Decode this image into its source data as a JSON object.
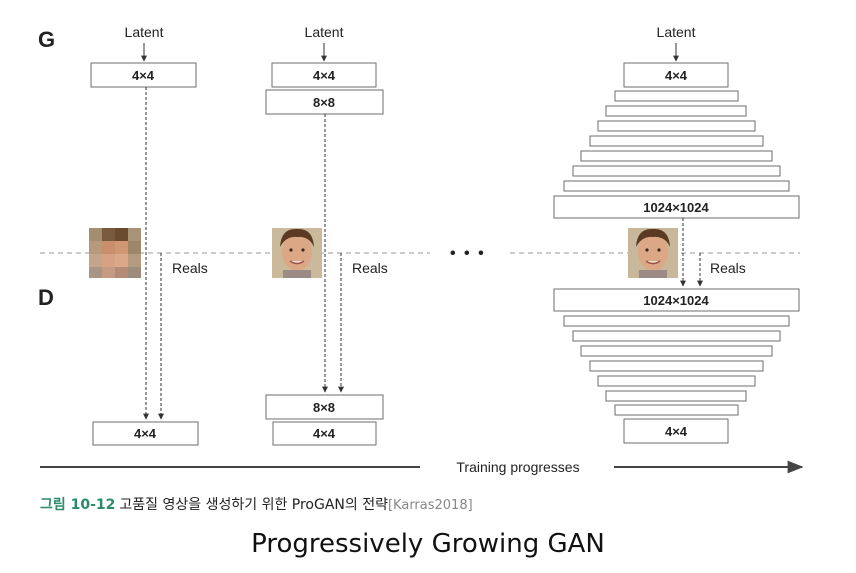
{
  "labels": {
    "generator": "G",
    "discriminator": "D",
    "latent": "Latent",
    "reals": "Reals",
    "ellipsis": "• • •",
    "training": "Training progresses"
  },
  "blocks": {
    "r4": "4×4",
    "r8": "8×8",
    "r1024": "1024×1024"
  },
  "caption": {
    "figure": "그림 10-12",
    "text": "고품질 영상을 생성하기 위한 ProGAN의 전략",
    "reference": "[Karras2018]"
  },
  "subtitle": "Progressively Growing GAN",
  "colors": {
    "caption_accent": "#2a8a6a",
    "box_stroke": "#6e6e6e",
    "face_skin": "#d9a27f",
    "face_hair": "#5a3a22",
    "face_background": "#c9b79a"
  },
  "icons": {
    "face": "face-photo",
    "arrow": "arrow-right"
  }
}
